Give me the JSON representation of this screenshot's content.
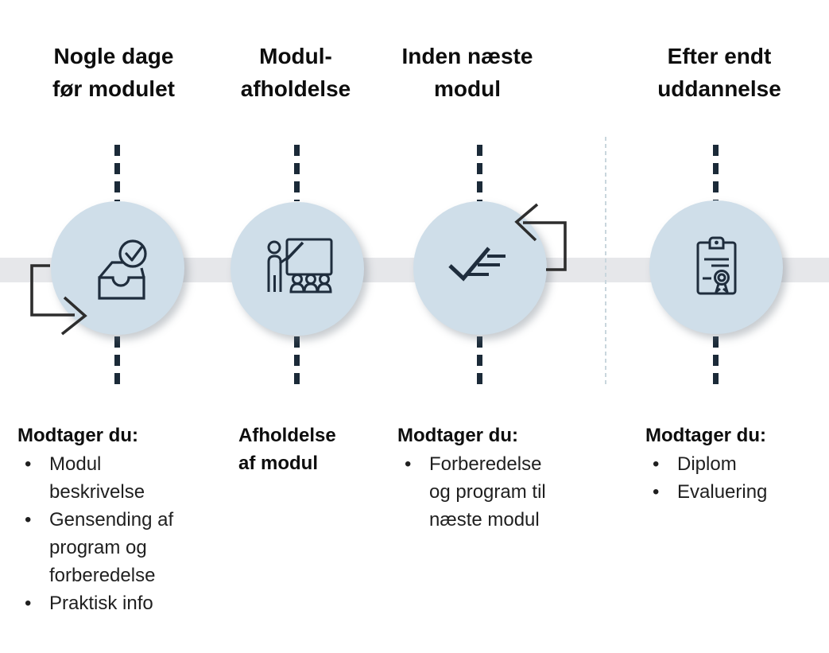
{
  "colors": {
    "page_bg": "#ffffff",
    "circle_fill": "#cfdee9",
    "band": "#e6e7ea",
    "timeline_dash": "#1b2a38",
    "divider_dash": "#c9d6dd",
    "icon_stroke": "#1f2d3d",
    "arrow": "#2d2d2d",
    "heading_text": "#0d0d0d",
    "body_text": "#1f1f1f"
  },
  "stages": [
    {
      "header": "Nogle dage\nfør modulet",
      "icon": "inbox-received-check",
      "details": {
        "heading": "Modtager du:",
        "bullets": [
          "Modul\nbeskrivelse",
          "Gensending af\nprogram og\nforberedelse",
          "Praktisk info"
        ]
      }
    },
    {
      "header": "Modul-\nafholdelse",
      "icon": "classroom-presentation",
      "details": {
        "heading": "Afholdelse\naf modul",
        "bullets": []
      }
    },
    {
      "header": "Inden næste\nmodul",
      "icon": "checklist-repeat",
      "details": {
        "heading": "Modtager du:",
        "bullets": [
          "Forberedelse\nog program til\nnæste modul"
        ]
      }
    },
    {
      "header": "Efter endt\nuddannelse",
      "icon": "diploma-certificate",
      "details": {
        "heading": "Modtager du:",
        "bullets": [
          "Diplom",
          "Evaluering"
        ]
      }
    }
  ]
}
